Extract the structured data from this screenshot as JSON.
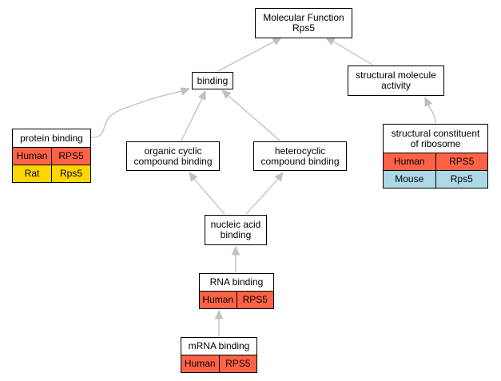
{
  "colors": {
    "human": "#ff6347",
    "rat": "#ffd700",
    "mouse": "#add8e6",
    "edge": "#c0c0c0"
  },
  "nodes": {
    "molecular_function": {
      "label": "Molecular Function\nRps5"
    },
    "binding": {
      "label": "binding"
    },
    "structural_molecule_activity": {
      "label": "structural molecule\nactivity"
    },
    "protein_binding": {
      "label": "protein binding",
      "rows": [
        {
          "species": "Human",
          "gene": "RPS5"
        },
        {
          "species": "Rat",
          "gene": "Rps5"
        }
      ]
    },
    "organic_cyclic": {
      "label": "organic cyclic\ncompound binding"
    },
    "heterocyclic": {
      "label": "heterocyclic\ncompound binding"
    },
    "structural_constituent": {
      "label": "structural constituent\nof ribosome",
      "rows": [
        {
          "species": "Human",
          "gene": "RPS5"
        },
        {
          "species": "Mouse",
          "gene": "Rps5"
        }
      ]
    },
    "nucleic_acid": {
      "label": "nucleic acid\nbinding"
    },
    "rna_binding": {
      "label": "RNA binding",
      "rows": [
        {
          "species": "Human",
          "gene": "RPS5"
        }
      ]
    },
    "mrna_binding": {
      "label": "mRNA binding",
      "rows": [
        {
          "species": "Human",
          "gene": "RPS5"
        }
      ]
    }
  }
}
